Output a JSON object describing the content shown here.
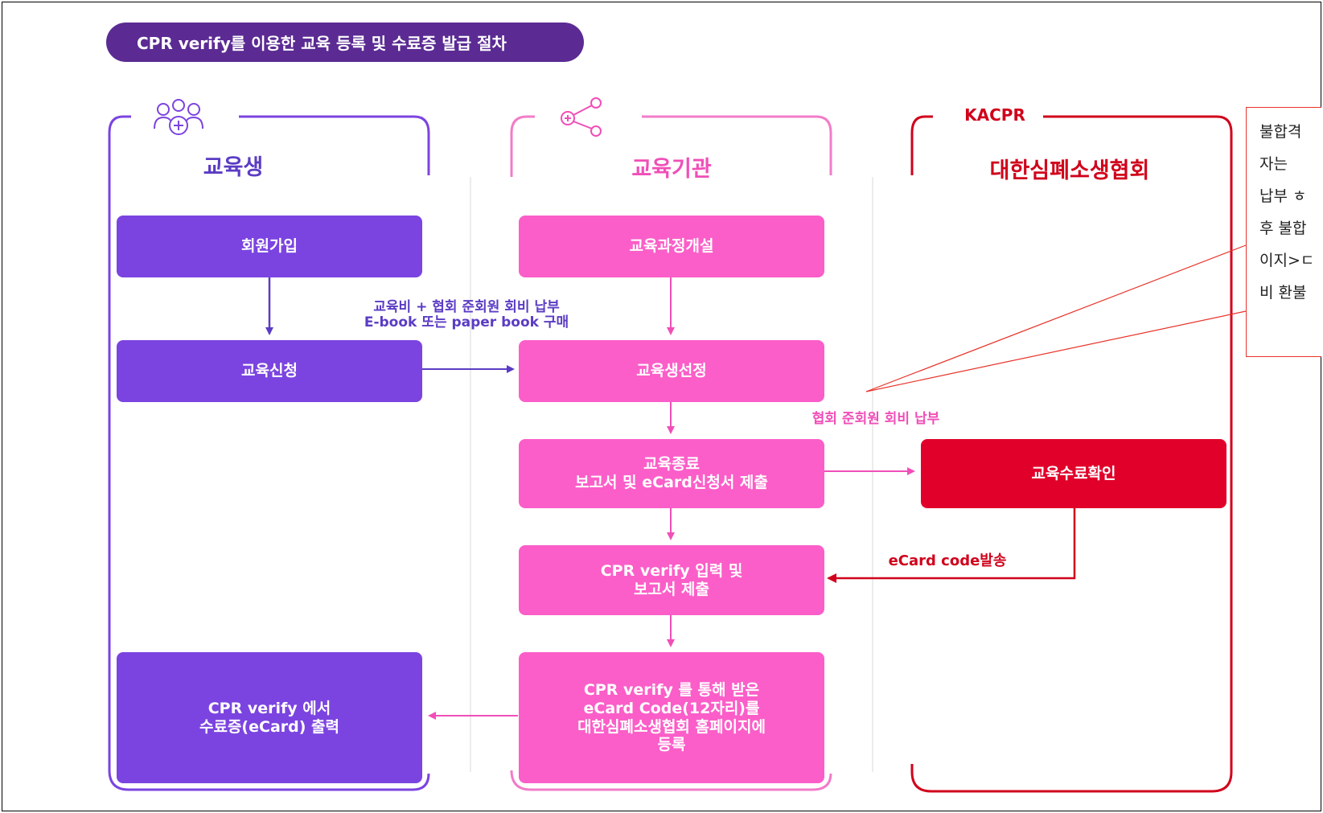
{
  "title": "CPR verify를 이용한 교육 등록 및 수료증 발급 절차",
  "columns": {
    "student": {
      "title": "교육생",
      "color": "#7b44e0",
      "icon": "user-group-plus-icon"
    },
    "institution": {
      "title": "교육기관",
      "color": "#fb5ec8",
      "icon": "share-plus-icon"
    },
    "association": {
      "label": "KACPR",
      "title": "대한심폐소생협회",
      "color": "#d0021b"
    }
  },
  "boxes": {
    "signup": "회원가입",
    "apply": "교육신청",
    "print": "CPR verify 에서\n수료증(eCard) 출력",
    "open_course": "교육과정개설",
    "select": "교육생선정",
    "report": "교육종료\n보고서 및 eCard신청서 제출",
    "verify_input": "CPR verify 입력 및\n보고서 제출",
    "register": "CPR verify 를 통해 받은\neCard Code(12자리)를\n대한심폐소생협회 홈페이지에\n등록",
    "confirm": "교육수료확인"
  },
  "notes": {
    "fee": "교육비 + 협회 준회원 회비 납부\nE-book 또는 paper book 구매",
    "member_fee": "협회 준회원 회비 납부",
    "ecard_code": "eCard code발송"
  },
  "callout_text": "불합격\n자는\n납부 ㅎ\n후 불합\n이지>ㄷ\n비 환불"
}
